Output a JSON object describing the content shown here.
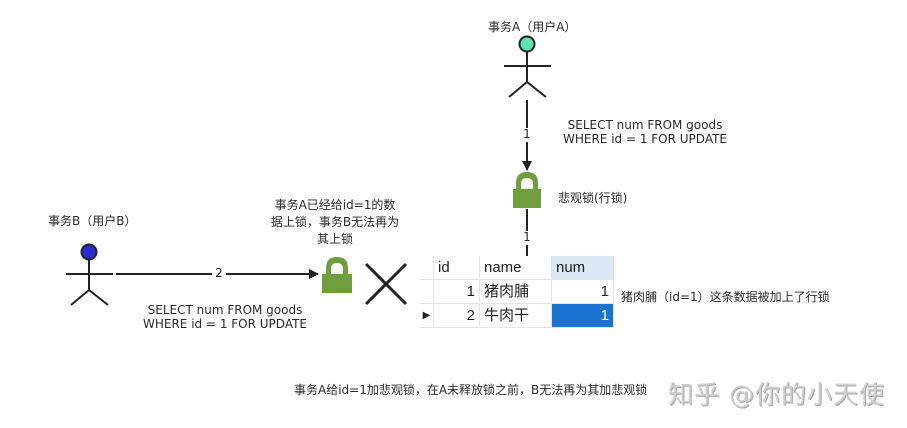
{
  "actors": {
    "a": {
      "label": "事务A（用户A）",
      "head_color": "#5fe3b0"
    },
    "b": {
      "label": "事务B（用户B）",
      "head_color": "#2b2bd6"
    }
  },
  "queries": {
    "a_line1": "SELECT num FROM goods",
    "a_line2": "WHERE id = 1 FOR UPDATE",
    "b_line1": "SELECT num FROM goods",
    "b_line2": "WHERE id = 1 FOR UPDATE"
  },
  "arrows": {
    "a_to_lock": "1",
    "lock_to_table": "1",
    "b_to_lock": "2"
  },
  "locks": {
    "color": "#6f9e3c",
    "a_label": "悲观锁(行锁)",
    "b_note_line1": "事务A已经给id=1的数",
    "b_note_line2": "据上锁，事务B无法再为",
    "b_note_line3": "其上锁"
  },
  "table": {
    "columns": [
      "id",
      "name",
      "num"
    ],
    "rows": [
      {
        "indicator": "",
        "id": "1",
        "name": "猪肉脯",
        "num": "1"
      },
      {
        "indicator": "▶",
        "id": "2",
        "name": "牛肉干",
        "num": "1"
      }
    ],
    "row_note": "猪肉脯（id=1）这条数据被加上了行锁",
    "selection_color": "#1a73d1"
  },
  "footer": {
    "summary": "事务A给id=1加悲观锁，在A未释放锁之前，B无法再为其加悲观锁",
    "watermark": "知乎 @你的小天使"
  }
}
